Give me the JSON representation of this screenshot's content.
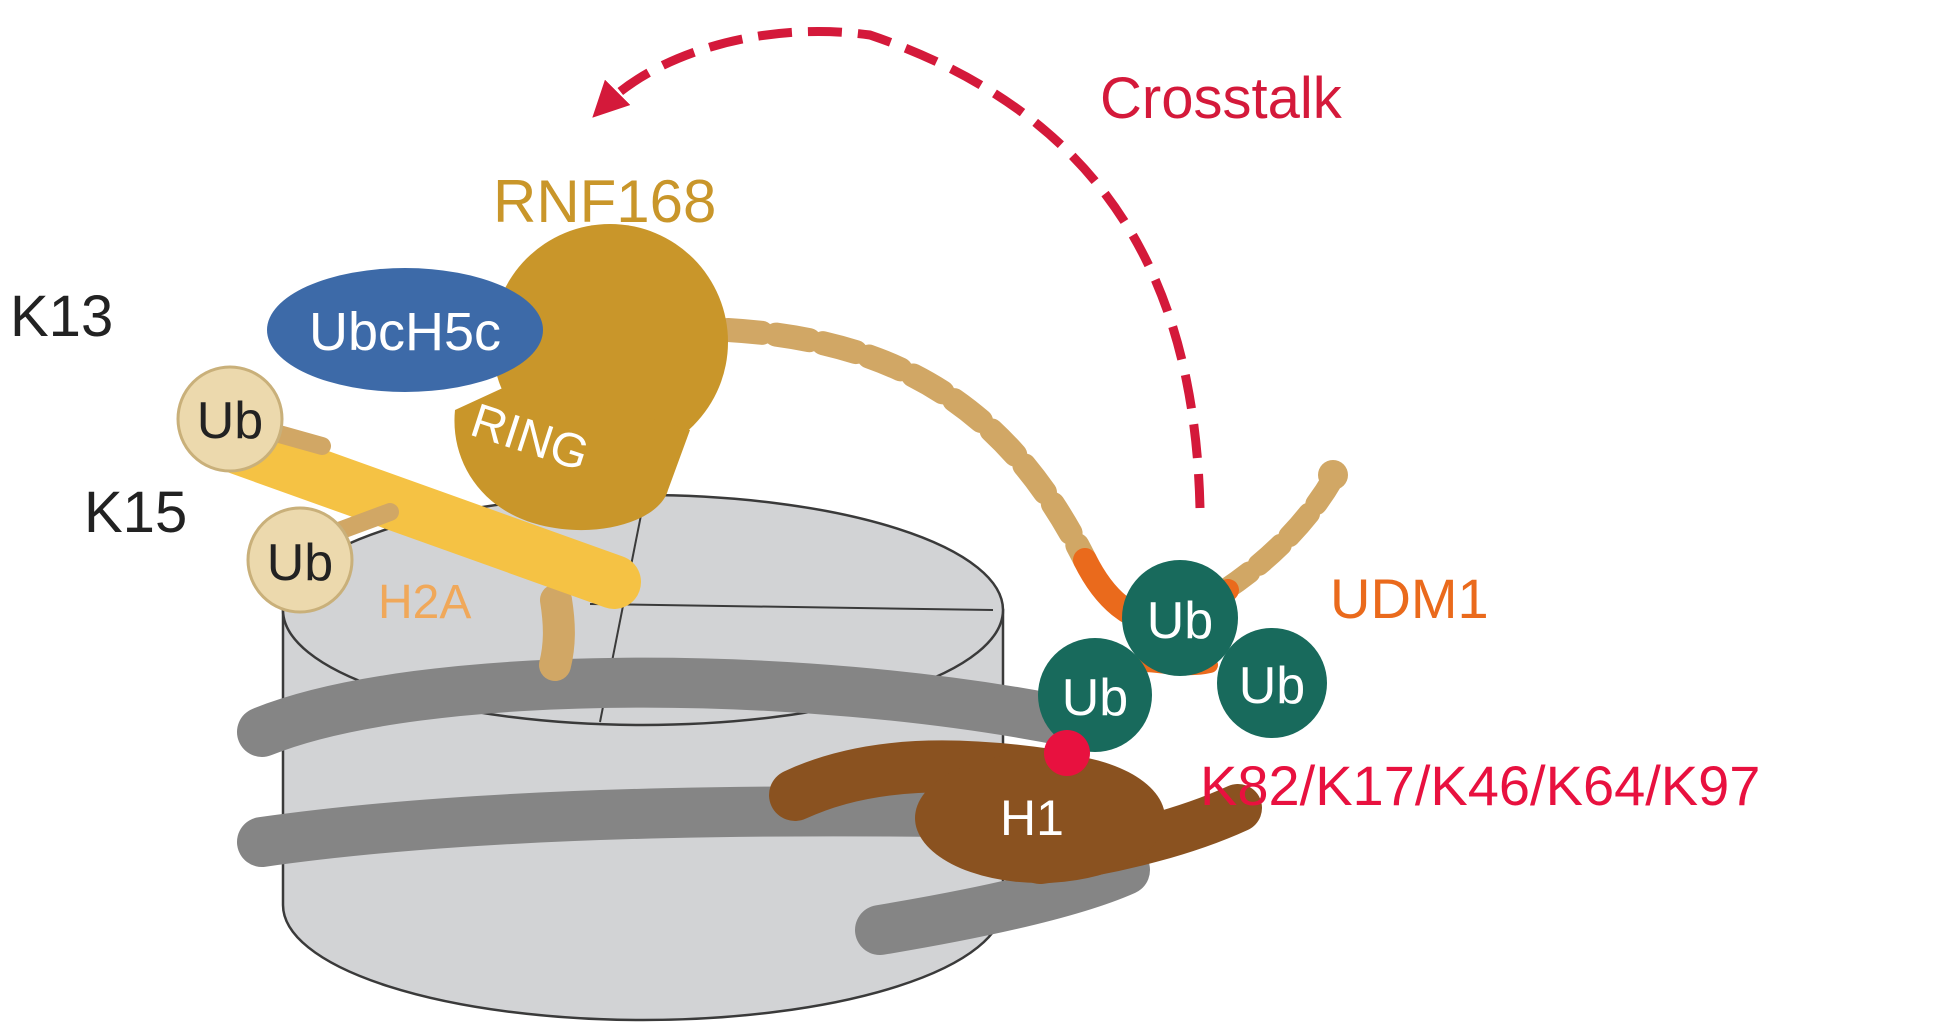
{
  "labels": {
    "crosstalk": "Crosstalk",
    "rnf168": "RNF168",
    "ring": "RING",
    "ubch5c": "UbcH5c",
    "k13": "K13",
    "k15": "K15",
    "ub_k13": "Ub",
    "ub_k15": "Ub",
    "h2a": "H2A",
    "udm1": "UDM1",
    "ub_top": "Ub",
    "ub_left": "Ub",
    "ub_right": "Ub",
    "h1": "H1",
    "h1_sites": "K82/K17/K46/K64/K97"
  },
  "colors": {
    "crosstalk_red": "#d4193a",
    "site_red": "#e8113f",
    "rnf168_gold": "#c9962a",
    "linker_tan": "#d1a765",
    "ubch5c_blue": "#3d6aa8",
    "ub_cream": "#ecd9ad",
    "h2a_yellow": "#f5c244",
    "h2a_label": "#f0a85a",
    "udm1_orange": "#ea6a1c",
    "ub_green": "#186a5c",
    "h1_brown": "#8a5220",
    "dna_gray": "#858585",
    "nucleosome_gray": "#d2d3d5"
  }
}
